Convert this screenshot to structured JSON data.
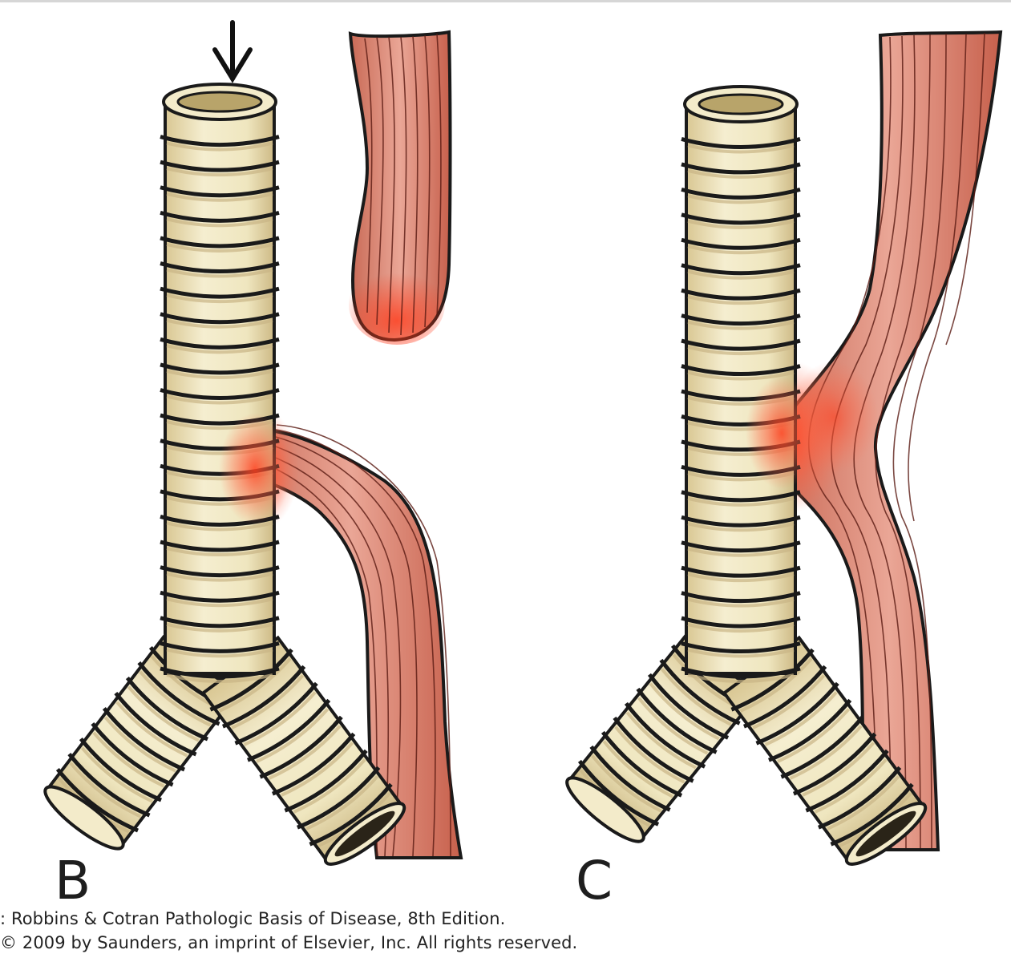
{
  "figure": {
    "panels": [
      {
        "id": "B",
        "label": "B"
      },
      {
        "id": "C",
        "label": "C"
      }
    ],
    "credit_lines": [
      ": Robbins & Cotran Pathologic Basis of Disease, 8th Edition.",
      "© 2009 by Saunders, an imprint of Elsevier, Inc. All rights reserved."
    ],
    "colors": {
      "cartilage": "#efe6bf",
      "cartilage_shadow": "#c9b586",
      "outline": "#1a1a1a",
      "muscle": "#d98a7a",
      "muscle_dark": "#c65b48",
      "inflammation": "#ff5030"
    }
  }
}
